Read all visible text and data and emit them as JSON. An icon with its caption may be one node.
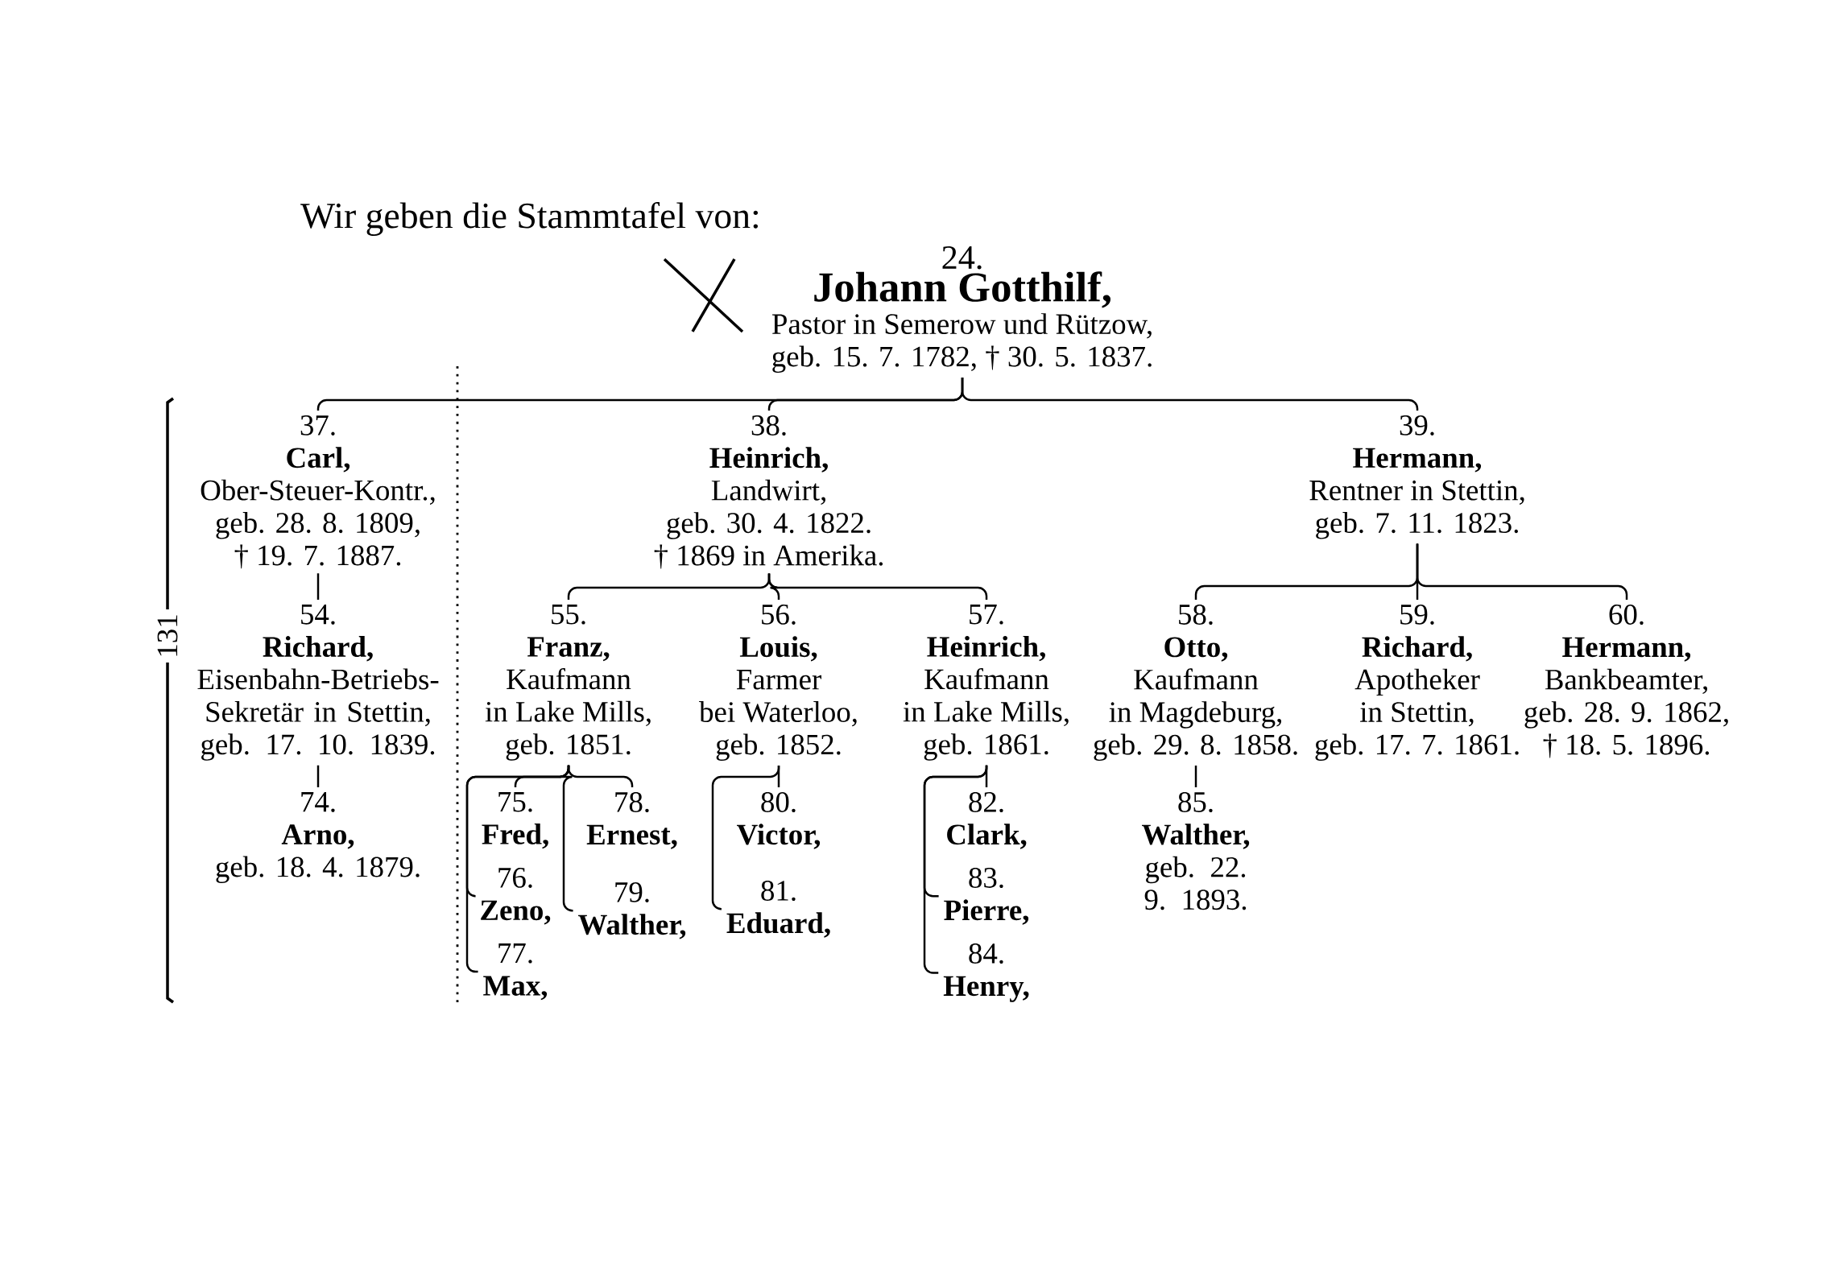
{
  "diagram": {
    "title": "Wir geben die Stammtafel von:",
    "nodes": [
      {
        "text": [
          "24.",
          "Johann Gotthilf,",
          "Pastor in Semerow und Rützow,",
          "geb. 15. 7. 1782, † 30. 5. 1837."
        ]
      },
      {
        "text": [
          "37.",
          "Carl,",
          "Ober-Steuer-Kontr.,",
          "geb. 28. 8. 1809,",
          "† 19. 7. 1887."
        ]
      },
      {
        "text": [
          "38.",
          "Heinrich,",
          "Landwirt,",
          "geb. 30. 4. 1822.",
          "† 1869 in Amerika."
        ]
      },
      {
        "text": [
          "39.",
          "Hermann,",
          "Rentner in Stettin,",
          "geb. 7. 11. 1823."
        ]
      },
      {
        "text": [
          "54.",
          "Richard,",
          "Eisenbahn-Betriebs-Sekretär in Stettin,",
          "geb. 17. 10. 1839."
        ]
      },
      {
        "text": [
          "55.",
          "Franz,",
          "Kaufmann",
          "in Lake Mills,",
          "geb. 1851."
        ]
      },
      {
        "text": [
          "56.",
          "Louis,",
          "Farmer",
          "bei Waterloo,",
          "geb. 1852."
        ]
      },
      {
        "text": [
          "57.",
          "Heinrich,",
          "Kaufmann",
          "in Lake Mills,",
          "geb. 1861."
        ]
      },
      {
        "text": [
          "58.",
          "Otto,",
          "Kaufmann",
          "in Magdeburg,",
          "geb. 29. 8. 1858."
        ]
      },
      {
        "text": [
          "59.",
          "Richard,",
          "Apotheker",
          "in Stettin,",
          "geb. 17. 7. 1861."
        ]
      },
      {
        "text": [
          "60.",
          "Hermann,",
          "Bankbeamter,",
          "geb. 28. 9. 1862,",
          "† 18. 5. 1896."
        ]
      },
      {
        "text": [
          "74.",
          "Arno,",
          "geb. 18. 4. 1879."
        ]
      },
      {
        "text": [
          "75.",
          "Fred,"
        ]
      },
      {
        "text": [
          "76.",
          "Zeno,"
        ]
      },
      {
        "text": [
          "77.",
          "Max,"
        ]
      },
      {
        "text": [
          "78.",
          "Ernest,"
        ]
      },
      {
        "text": [
          "79.",
          "Walther,"
        ]
      },
      {
        "text": [
          "80.",
          "Victor,"
        ]
      },
      {
        "text": [
          "81.",
          "Eduard,"
        ]
      },
      {
        "text": [
          "82.",
          "Clark,"
        ]
      },
      {
        "text": [
          "83.",
          "Pierre,"
        ]
      },
      {
        "text": [
          "84.",
          "Henry,"
        ]
      },
      {
        "text": [
          "85.",
          "Walther,",
          "geb. 22. 9. 1893."
        ]
      }
    ],
    "edges": [
      {
        "from": 0,
        "to": 1,
        "arrow": "none"
      },
      {
        "from": 0,
        "to": 2,
        "arrow": "none"
      },
      {
        "from": 0,
        "to": 3,
        "arrow": "none"
      },
      {
        "from": 1,
        "to": 4,
        "arrow": "none"
      },
      {
        "from": 2,
        "to": 5,
        "arrow": "none"
      },
      {
        "from": 2,
        "to": 6,
        "arrow": "none"
      },
      {
        "from": 2,
        "to": 7,
        "arrow": "none"
      },
      {
        "from": 3,
        "to": 8,
        "arrow": "none"
      },
      {
        "from": 3,
        "to": 9,
        "arrow": "none"
      },
      {
        "from": 3,
        "to": 10,
        "arrow": "none"
      },
      {
        "from": 4,
        "to": 11,
        "arrow": "none"
      },
      {
        "from": 5,
        "to": 12,
        "arrow": "none"
      },
      {
        "from": 5,
        "to": 13,
        "arrow": "none"
      },
      {
        "from": 5,
        "to": 14,
        "arrow": "none"
      },
      {
        "from": 5,
        "to": 15,
        "arrow": "none"
      },
      {
        "from": 5,
        "to": 16,
        "arrow": "none"
      },
      {
        "from": 6,
        "to": 17,
        "arrow": "none"
      },
      {
        "from": 6,
        "to": 18,
        "arrow": "none"
      },
      {
        "from": 7,
        "to": 19,
        "arrow": "none"
      },
      {
        "from": 7,
        "to": 20,
        "arrow": "none"
      },
      {
        "from": 7,
        "to": 21,
        "arrow": "none"
      },
      {
        "from": 8,
        "to": 22,
        "arrow": "none"
      }
    ],
    "labels": [
      "131"
    ]
  }
}
